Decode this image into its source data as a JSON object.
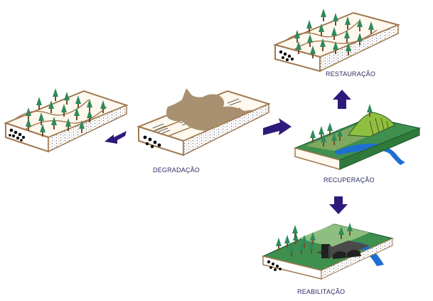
{
  "labels": {
    "degradation": "DEGRADAÇÃO",
    "restoration": "RESTAURAÇÃO",
    "recovery": "RECUPERAÇÃO",
    "rehabilitation": "REABILITAÇÃO"
  },
  "colors": {
    "arrow": "#2e1a7a",
    "soil": "#a07850",
    "tree": "#2f8a5a",
    "trunk": "#7a4a2a",
    "water": "#1f6fd0",
    "grass": "#3f8f4f",
    "erosion": "#a89070"
  }
}
